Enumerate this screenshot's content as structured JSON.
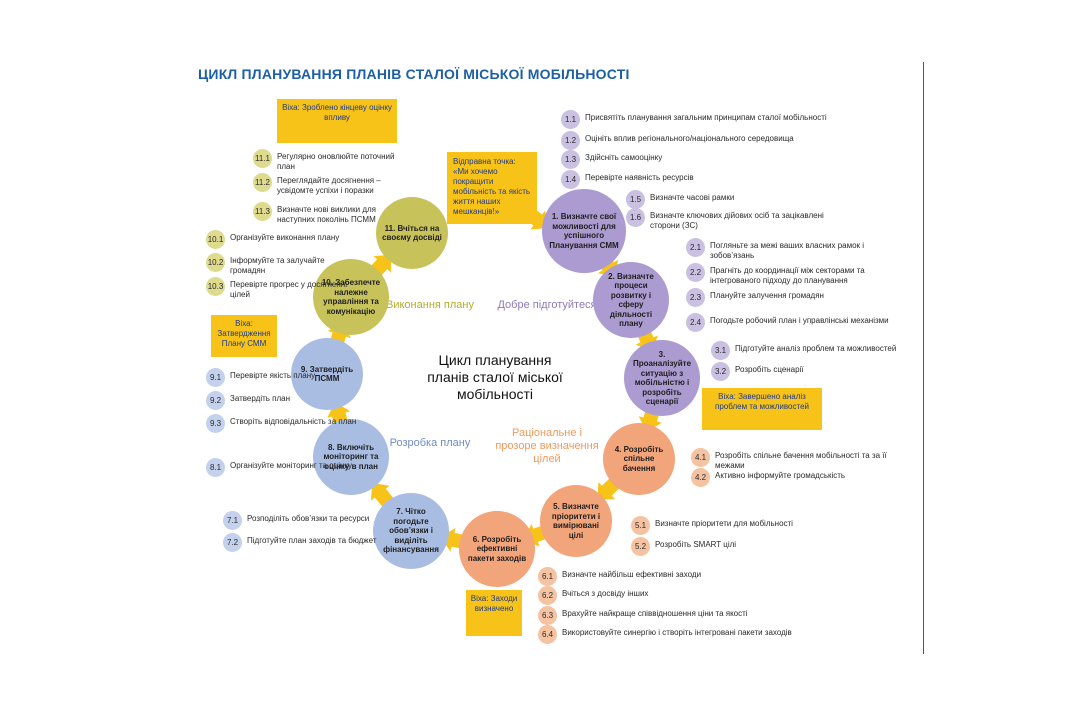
{
  "title": "ЦИКЛ ПЛАНУВАННЯ ПЛАНІВ СТАЛОЇ МІСЬКОЇ МОБІЛЬНОСТІ",
  "center_title": "Цикл планування планів сталої міської мобільності",
  "start_point": "Відправна точка: «Ми хочемо покращити мобільність та якість життя наших мешканців!»",
  "phases": [
    {
      "label": "Добре підготуйтеся",
      "color": "#8d7bb7"
    },
    {
      "label": "Раціональне і прозоре визначення цілей",
      "color": "#ef9a5d"
    },
    {
      "label": "Розробка плану",
      "color": "#6f8cc4"
    },
    {
      "label": "Виконання плану",
      "color": "#b2ad2d"
    }
  ],
  "milestones": [
    {
      "text": "Віха: Зроблено кінцеву оцінку впливу"
    },
    {
      "text": "Віха: Затвердження Плану СММ"
    },
    {
      "text": "Віха: Завершено аналіз проблем та можливостей"
    },
    {
      "text": "Віха: Заходи визначено"
    }
  ],
  "steps": [
    {
      "label": "1. Визначте свої можливості для успішного Планування СММ",
      "color": "#ab9bd0"
    },
    {
      "label": "2. Визначте процеси розвитку і сферу діяльності плану",
      "color": "#ab9bd0"
    },
    {
      "label": "3. Проаналізуйте ситуацію з мобільністю і розробіть сценарії",
      "color": "#ab9bd0"
    },
    {
      "label": "4. Розробіть спільне бачення",
      "color": "#f2a47a"
    },
    {
      "label": "5. Визначте пріоритети і вимірювані цілі",
      "color": "#f2a47a"
    },
    {
      "label": "6. Розробіть ефективні пакети заходів",
      "color": "#f2a47a"
    },
    {
      "label": "7. Чітко погодьте обов’язки і виділіть фінансування",
      "color": "#a9bde3"
    },
    {
      "label": "8. Включіть моніторинг та оцінку в план",
      "color": "#a9bde3"
    },
    {
      "label": "9. Затвердіть ПСММ",
      "color": "#a9bde3"
    },
    {
      "label": "10. Забезпечте належне управління та комунікацію",
      "color": "#c7c35a"
    },
    {
      "label": "11. Вчіться на своєму досвіді",
      "color": "#c7c35a"
    }
  ],
  "substeps": [
    {
      "num": "1.1",
      "text": "Присвятіть планування загальним принципам сталої мобільності",
      "color": "#c9c0e2"
    },
    {
      "num": "1.2",
      "text": "Оцініть вплив регіонального/національного середовища",
      "color": "#c9c0e2"
    },
    {
      "num": "1.3",
      "text": "Здійсніть самооцінку",
      "color": "#c9c0e2"
    },
    {
      "num": "1.4",
      "text": "Перевірте наявність ресурсів",
      "color": "#c9c0e2"
    },
    {
      "num": "1.5",
      "text": "Визначте часові рамки",
      "color": "#c9c0e2"
    },
    {
      "num": "1.6",
      "text": "Визначте ключових дійових осіб та зацікавлені сторони (ЗС)",
      "color": "#c9c0e2"
    },
    {
      "num": "2.1",
      "text": "Погляньте за межі ваших власних рамок і зобов’язань",
      "color": "#c9c0e2"
    },
    {
      "num": "2.2",
      "text": "Прагніть до координації між секторами та інтегрованого підходу до планування",
      "color": "#c9c0e2"
    },
    {
      "num": "2.3",
      "text": "Плануйте залучення громадян",
      "color": "#c9c0e2"
    },
    {
      "num": "2.4",
      "text": "Погодьте робочий план і управлінські механізми",
      "color": "#c9c0e2"
    },
    {
      "num": "3.1",
      "text": "Підготуйте аналіз проблем та можливостей",
      "color": "#c9c0e2"
    },
    {
      "num": "3.2",
      "text": "Розробіть сценарії",
      "color": "#c9c0e2"
    },
    {
      "num": "4.1",
      "text": "Розробіть спільне бачення мобільності та за її межами",
      "color": "#f5c2a2"
    },
    {
      "num": "4.2",
      "text": "Активно інформуйте громадськість",
      "color": "#f5c2a2"
    },
    {
      "num": "5.1",
      "text": "Визначте пріоритети для мобільності",
      "color": "#f5c2a2"
    },
    {
      "num": "5.2",
      "text": "Розробіть SMART цілі",
      "color": "#f5c2a2"
    },
    {
      "num": "6.1",
      "text": "Визначте найбільш ефективні заходи",
      "color": "#f5c2a2"
    },
    {
      "num": "6.2",
      "text": "Вчіться з досвіду інших",
      "color": "#f5c2a2"
    },
    {
      "num": "6.3",
      "text": "Врахуйте найкраще співвідношення ціни та якості",
      "color": "#f5c2a2"
    },
    {
      "num": "6.4",
      "text": "Використовуйте синергію і створіть інтегровані пакети заходів",
      "color": "#f5c2a2"
    },
    {
      "num": "7.1",
      "text": "Розподіліть обов’язки та ресурси",
      "color": "#c3d1ec"
    },
    {
      "num": "7.2",
      "text": "Підготуйте план заходів та бюджет",
      "color": "#c3d1ec"
    },
    {
      "num": "8.1",
      "text": "Організуйте моніторинг та оцінку",
      "color": "#c3d1ec"
    },
    {
      "num": "9.1",
      "text": "Перевірте якість плану",
      "color": "#c3d1ec"
    },
    {
      "num": "9.2",
      "text": "Затвердіть план",
      "color": "#c3d1ec"
    },
    {
      "num": "9.3",
      "text": "Створіть відповідальність за план",
      "color": "#c3d1ec"
    },
    {
      "num": "10.1",
      "text": "Організуйте виконання плану",
      "color": "#dedb8e"
    },
    {
      "num": "10.2",
      "text": "Інформуйте та залучайте громадян",
      "color": "#dedb8e"
    },
    {
      "num": "10.3",
      "text": "Перевірте прогрес у досягненні цілей",
      "color": "#dedb8e"
    },
    {
      "num": "11.1",
      "text": "Регулярно оновлюйте поточний план",
      "color": "#dedb8e"
    },
    {
      "num": "11.2",
      "text": "Переглядайте досягнення – усвідомте успіхи і поразки",
      "color": "#dedb8e"
    },
    {
      "num": "11.3",
      "text": "Визначте нові виклики для наступних поколінь ПСММ",
      "color": "#dedb8e"
    }
  ],
  "colors": {
    "arrow": "#f7c319",
    "title": "#1d5fa6",
    "milestone_bg": "#f7c319"
  }
}
